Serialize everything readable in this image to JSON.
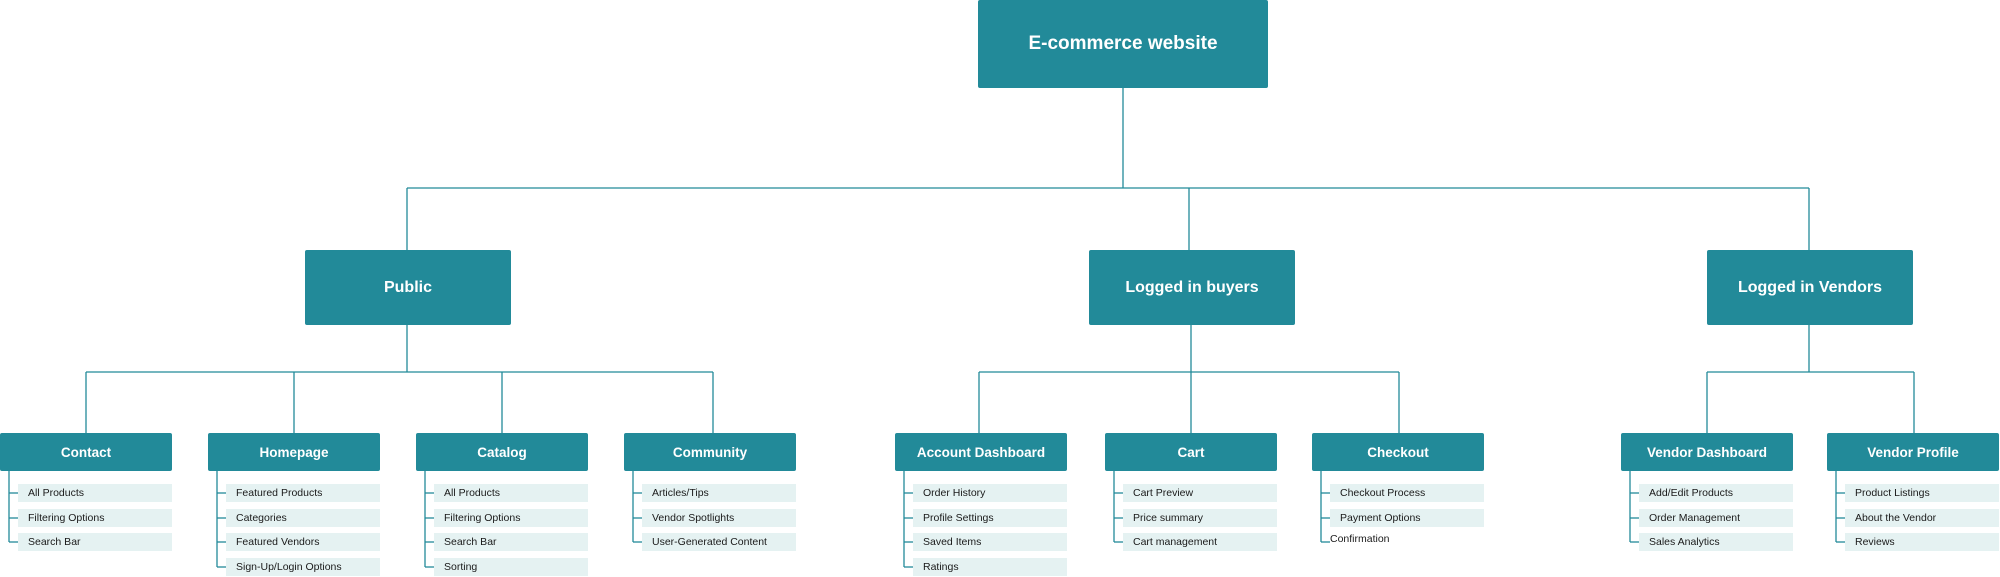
{
  "colors": {
    "node_fill": "#228a99",
    "node_text": "#ffffff",
    "item_fill": "#e5f2f2",
    "connector": "#228a99"
  },
  "root": {
    "title": "E-commerce website"
  },
  "categories": [
    {
      "title": "Public",
      "sections": [
        {
          "title": "Contact",
          "items": [
            "All Products",
            "Filtering Options",
            "Search Bar"
          ]
        },
        {
          "title": "Homepage",
          "items": [
            "Featured Products",
            "Categories",
            "Featured Vendors",
            "Sign-Up/Login Options"
          ]
        },
        {
          "title": "Catalog",
          "items": [
            "All Products",
            "Filtering Options",
            "Search Bar",
            "Sorting"
          ]
        },
        {
          "title": "Community",
          "items": [
            "Articles/Tips",
            "Vendor Spotlights",
            "User-Generated Content"
          ]
        }
      ]
    },
    {
      "title": "Logged in buyers",
      "sections": [
        {
          "title": "Account Dashboard",
          "items": [
            "Order History",
            "Profile Settings",
            "Saved Items",
            "Ratings"
          ]
        },
        {
          "title": "Cart",
          "items": [
            "Cart Preview",
            "Price summary",
            "Cart management"
          ]
        },
        {
          "title": "Checkout",
          "items": [
            "Checkout Process",
            "Payment Options",
            "Confirmation"
          ]
        }
      ]
    },
    {
      "title": "Logged in Vendors",
      "sections": [
        {
          "title": "Vendor Dashboard",
          "items": [
            "Add/Edit Products",
            "Order Management",
            "Sales Analytics"
          ]
        },
        {
          "title": "Vendor Profile",
          "items": [
            "Product Listings",
            "About the Vendor",
            "Reviews"
          ]
        }
      ]
    }
  ]
}
